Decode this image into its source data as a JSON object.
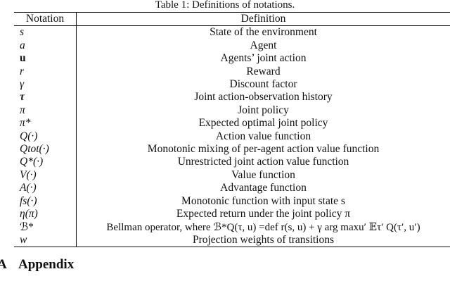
{
  "caption": "Table 1: Definitions of notations.",
  "columns": {
    "notation": "Notation",
    "definition": "Definition"
  },
  "rows": [
    {
      "notation": "s",
      "definition": "State of the environment"
    },
    {
      "notation": "a",
      "definition": "Agent"
    },
    {
      "notation": "u",
      "definition": "Agents’ joint action"
    },
    {
      "notation": "r",
      "definition": "Reward"
    },
    {
      "notation": "γ",
      "definition": "Discount factor"
    },
    {
      "notation": "τ",
      "definition": "Joint action-observation history"
    },
    {
      "notation": "π",
      "definition": "Joint policy"
    },
    {
      "notation": "π*",
      "definition": "Expected optimal joint policy"
    },
    {
      "notation": "Q(·)",
      "definition": "Action value function"
    },
    {
      "notation": "Qtot(·)",
      "definition": "Monotonic mixing of per-agent action value function"
    },
    {
      "notation": "Q*(·)",
      "definition": "Unrestricted joint action value function"
    },
    {
      "notation": "V(·)",
      "definition": "Value function"
    },
    {
      "notation": "A(·)",
      "definition": "Advantage function"
    },
    {
      "notation": "fs(·)",
      "definition": "Monotonic function with input state s"
    },
    {
      "notation": "η(π)",
      "definition": "Expected return under the joint policy π"
    },
    {
      "notation": "ℬ*",
      "definition": "Bellman operator, where ℬ*Q(τ, u) =def r(s, u) + γ arg maxu′ 𝔼τ′ Q(τ′, u′)"
    },
    {
      "notation": "w",
      "definition": "Projection weights of transitions"
    }
  ],
  "section": {
    "number": "A",
    "title": "Appendix"
  }
}
